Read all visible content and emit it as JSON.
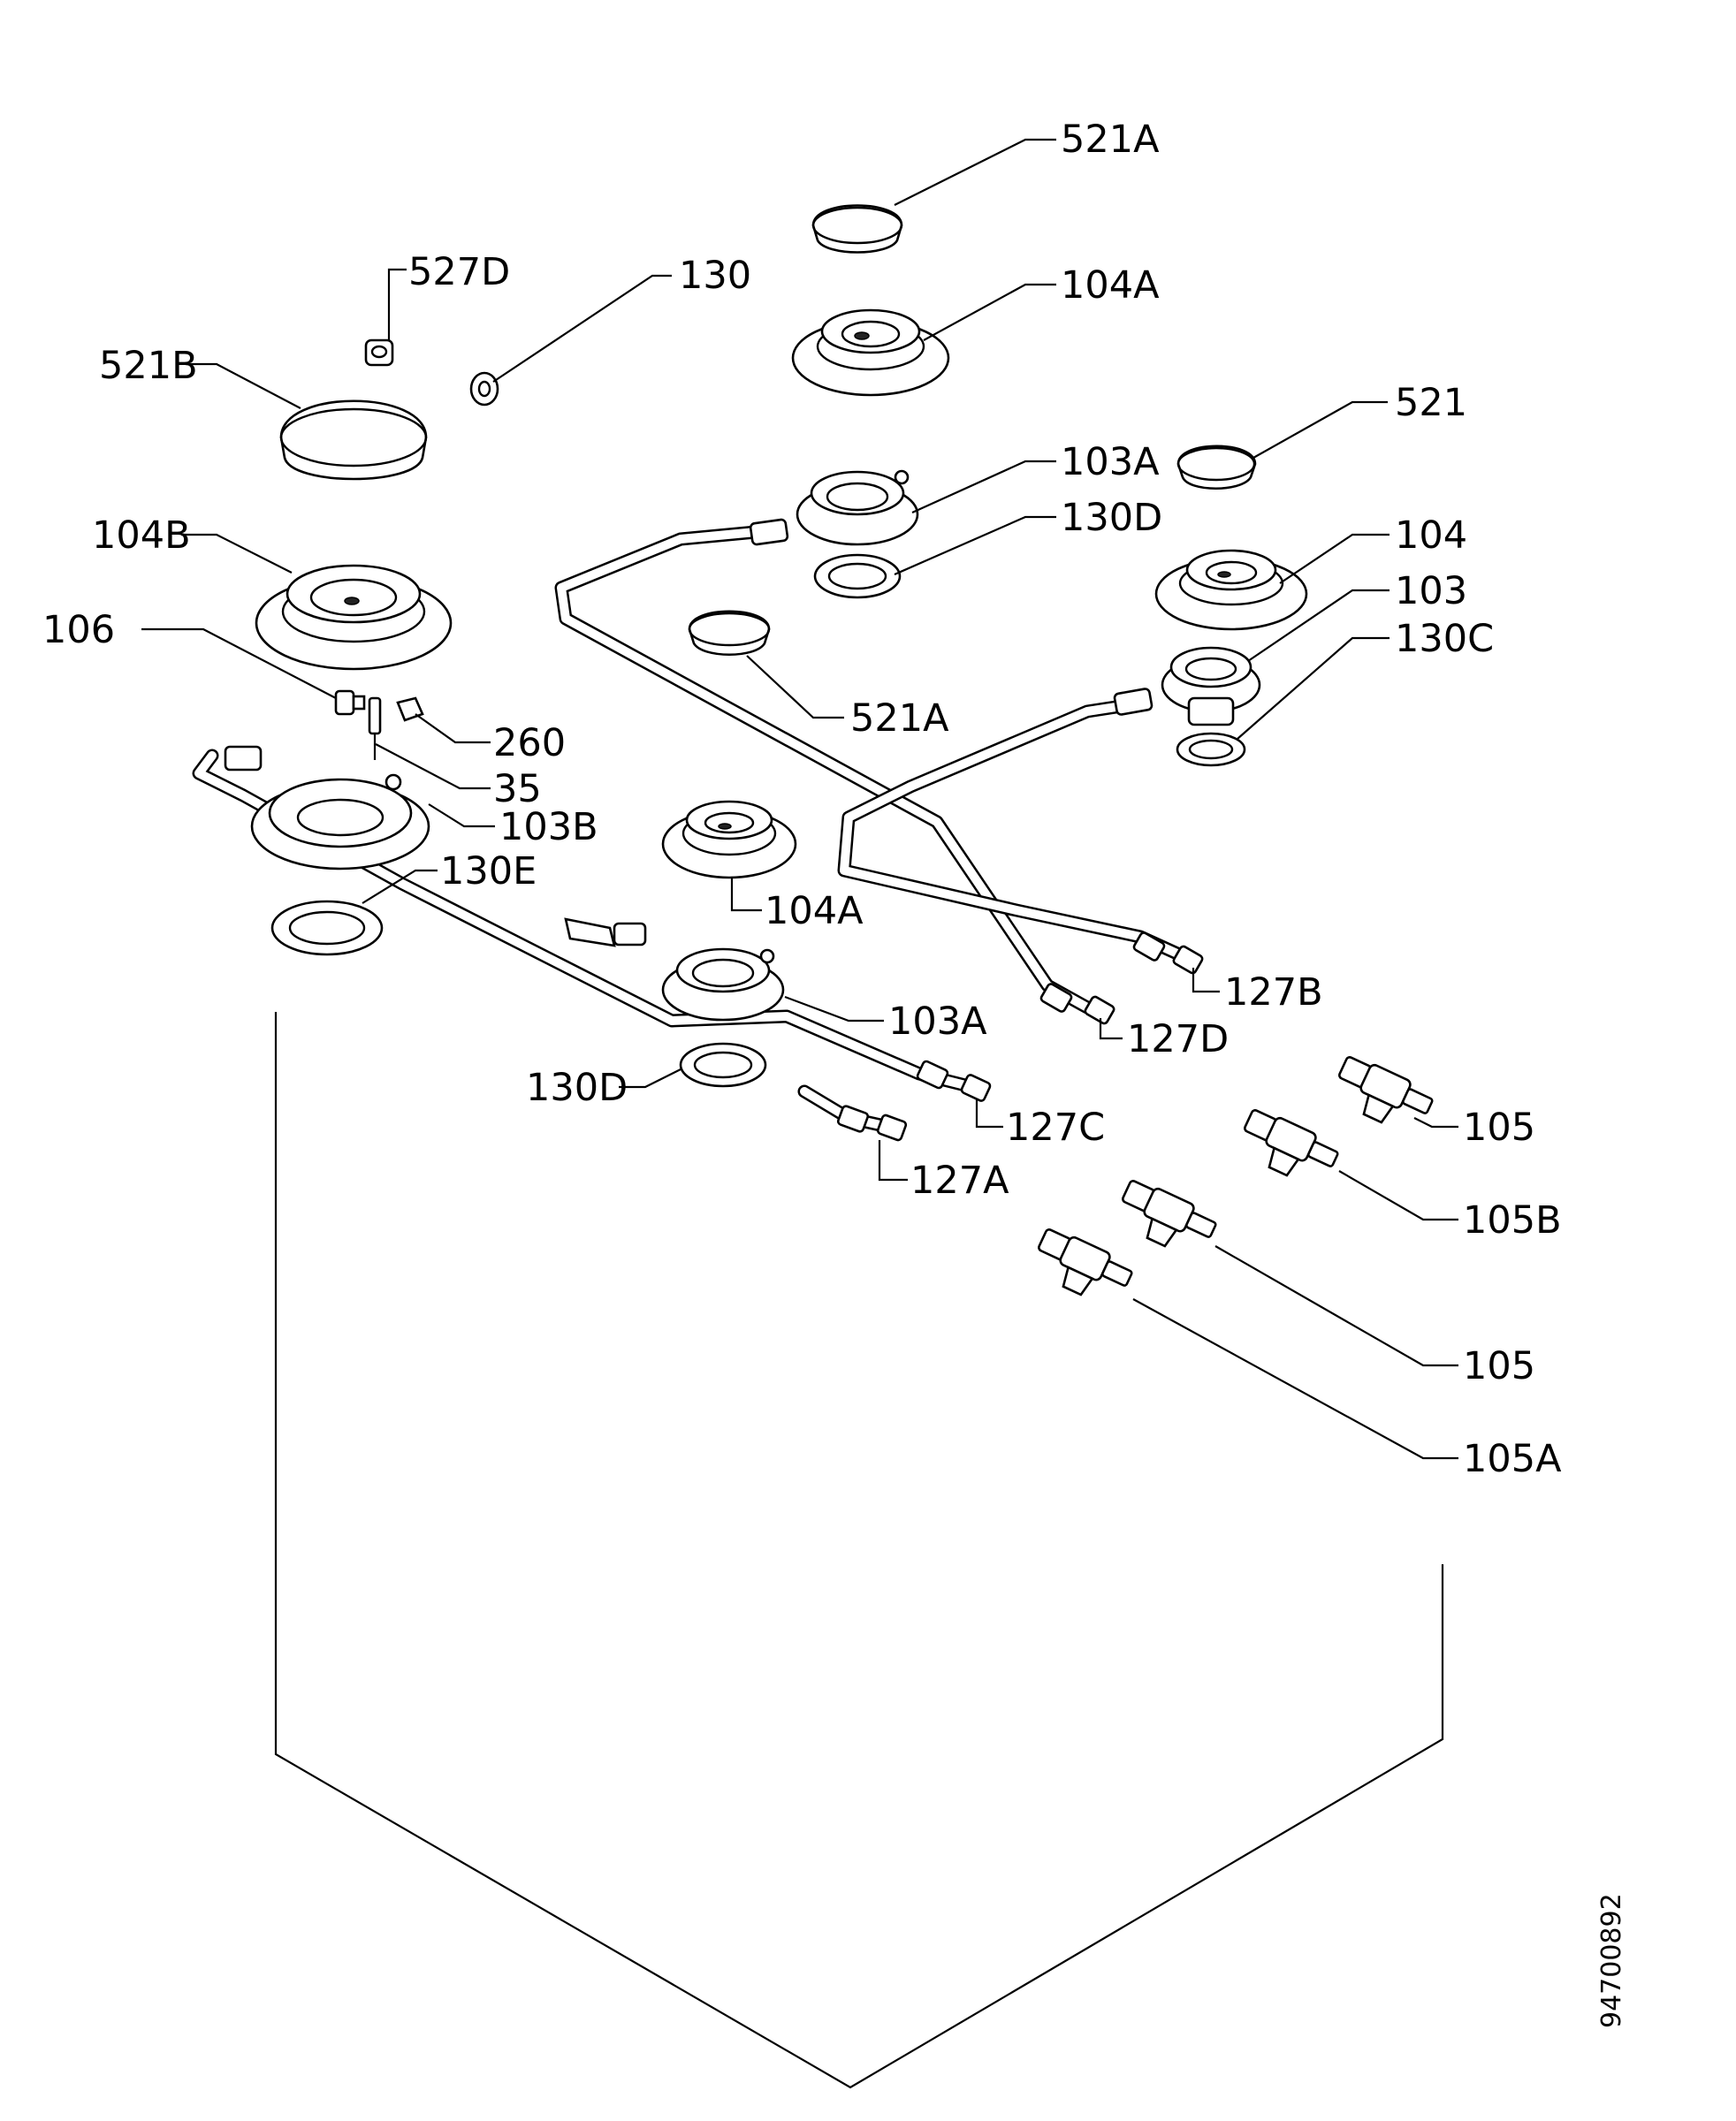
{
  "labels": {
    "l521a_top": "521A",
    "l527d": "527D",
    "l130": "130",
    "l104a_top": "104A",
    "l521b": "521B",
    "l521": "521",
    "l103a_top": "103A",
    "l130d_top": "130D",
    "l104b": "104B",
    "l104": "104",
    "l103": "103",
    "l130c": "130C",
    "l106": "106",
    "l521a_mid": "521A",
    "l260": "260",
    "l35": "35",
    "l103b": "103B",
    "l130e": "130E",
    "l104a_mid": "104A",
    "l127b": "127B",
    "l103a_bot": "103A",
    "l127d": "127D",
    "l130d_bot": "130D",
    "l105_top": "105",
    "l127c": "127C",
    "l127a": "127A",
    "l105b": "105B",
    "l105_bot": "105",
    "l105a": "105A"
  },
  "drawing_code": "94700892"
}
